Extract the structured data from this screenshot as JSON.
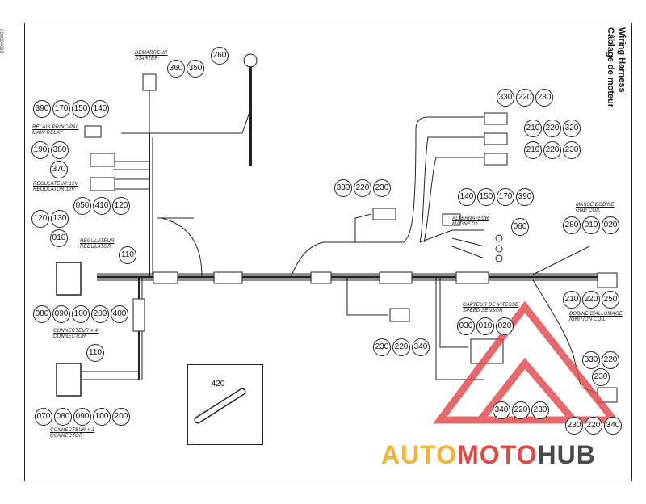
{
  "title": {
    "line1": "Wiring Harness",
    "line2": "Câblage de moteur"
  },
  "doc_id": "000004093",
  "labels": {
    "starter": {
      "fr": "DEMARREUR",
      "en": "STARTER"
    },
    "main_relay": {
      "fr": "RELAIS PRINCIPAL",
      "en": "MAIN RELAY"
    },
    "regulator_12v": {
      "fr": "REGULATEUR 12V",
      "en": "REGULATOR 12V"
    },
    "regulator": {
      "fr": "REGULATEUR",
      "en": "REGULATOR"
    },
    "connector_4": {
      "fr": "CONNECTEUR # 4",
      "en": "CONNECTOR"
    },
    "connector_3": {
      "fr": "CONNECTEUR # 3",
      "en": "CONNECTOR"
    },
    "alternator": {
      "fr": "ALTERNATEUR",
      "en": "MAGNETO"
    },
    "gnd_coil": {
      "fr": "MASSE BOBINE",
      "en": "GND COIL"
    },
    "ignition_coil": {
      "fr": "BOBINE D'ALLUMAGE",
      "en": "IGNITION COIL"
    },
    "speed_sensor": {
      "fr": "CAPTEUR DE VITESSE",
      "en": "SPEED SENSOR"
    }
  },
  "callouts": {
    "starter": [
      "360",
      "350"
    ],
    "ground": [
      "260"
    ],
    "top_left": [
      "390",
      "170",
      "150",
      "140"
    ],
    "relay_a": [
      "190",
      "380"
    ],
    "relay_b": [
      "370"
    ],
    "reg12": [
      "050",
      "410",
      "120"
    ],
    "reg_a": [
      "120",
      "130"
    ],
    "reg_b": [
      "010"
    ],
    "clip": [
      "110"
    ],
    "conn4": [
      "080",
      "090",
      "100",
      "200",
      "400"
    ],
    "clip2": [
      "110"
    ],
    "conn3": [
      "070",
      "080",
      "090",
      "100",
      "200"
    ],
    "inset": [
      "420"
    ],
    "top_r1": [
      "330",
      "220",
      "230"
    ],
    "top_r2": [
      "210",
      "220",
      "320"
    ],
    "top_r3": [
      "210",
      "220",
      "230"
    ],
    "mid_conn": [
      "330",
      "220",
      "230"
    ],
    "alternator_parts": [
      "140",
      "150",
      "170",
      "390"
    ],
    "alt_ground": [
      "060"
    ],
    "gnd_coil": [
      "280",
      "010",
      "020"
    ],
    "ign_coil": [
      "210",
      "220",
      "250"
    ],
    "speed_sensor": [
      "030",
      "010",
      "020"
    ],
    "lower_conn": [
      "230",
      "220",
      "340"
    ],
    "right_a": [
      "330",
      "220"
    ],
    "right_b": [
      "230"
    ],
    "bottom_mid": [
      "340",
      "220",
      "230"
    ],
    "bottom_right": [
      "230",
      "220",
      "340"
    ]
  },
  "watermark": {
    "part1": "AUTO",
    "part2": "MOTO",
    "part3": "HUB"
  }
}
